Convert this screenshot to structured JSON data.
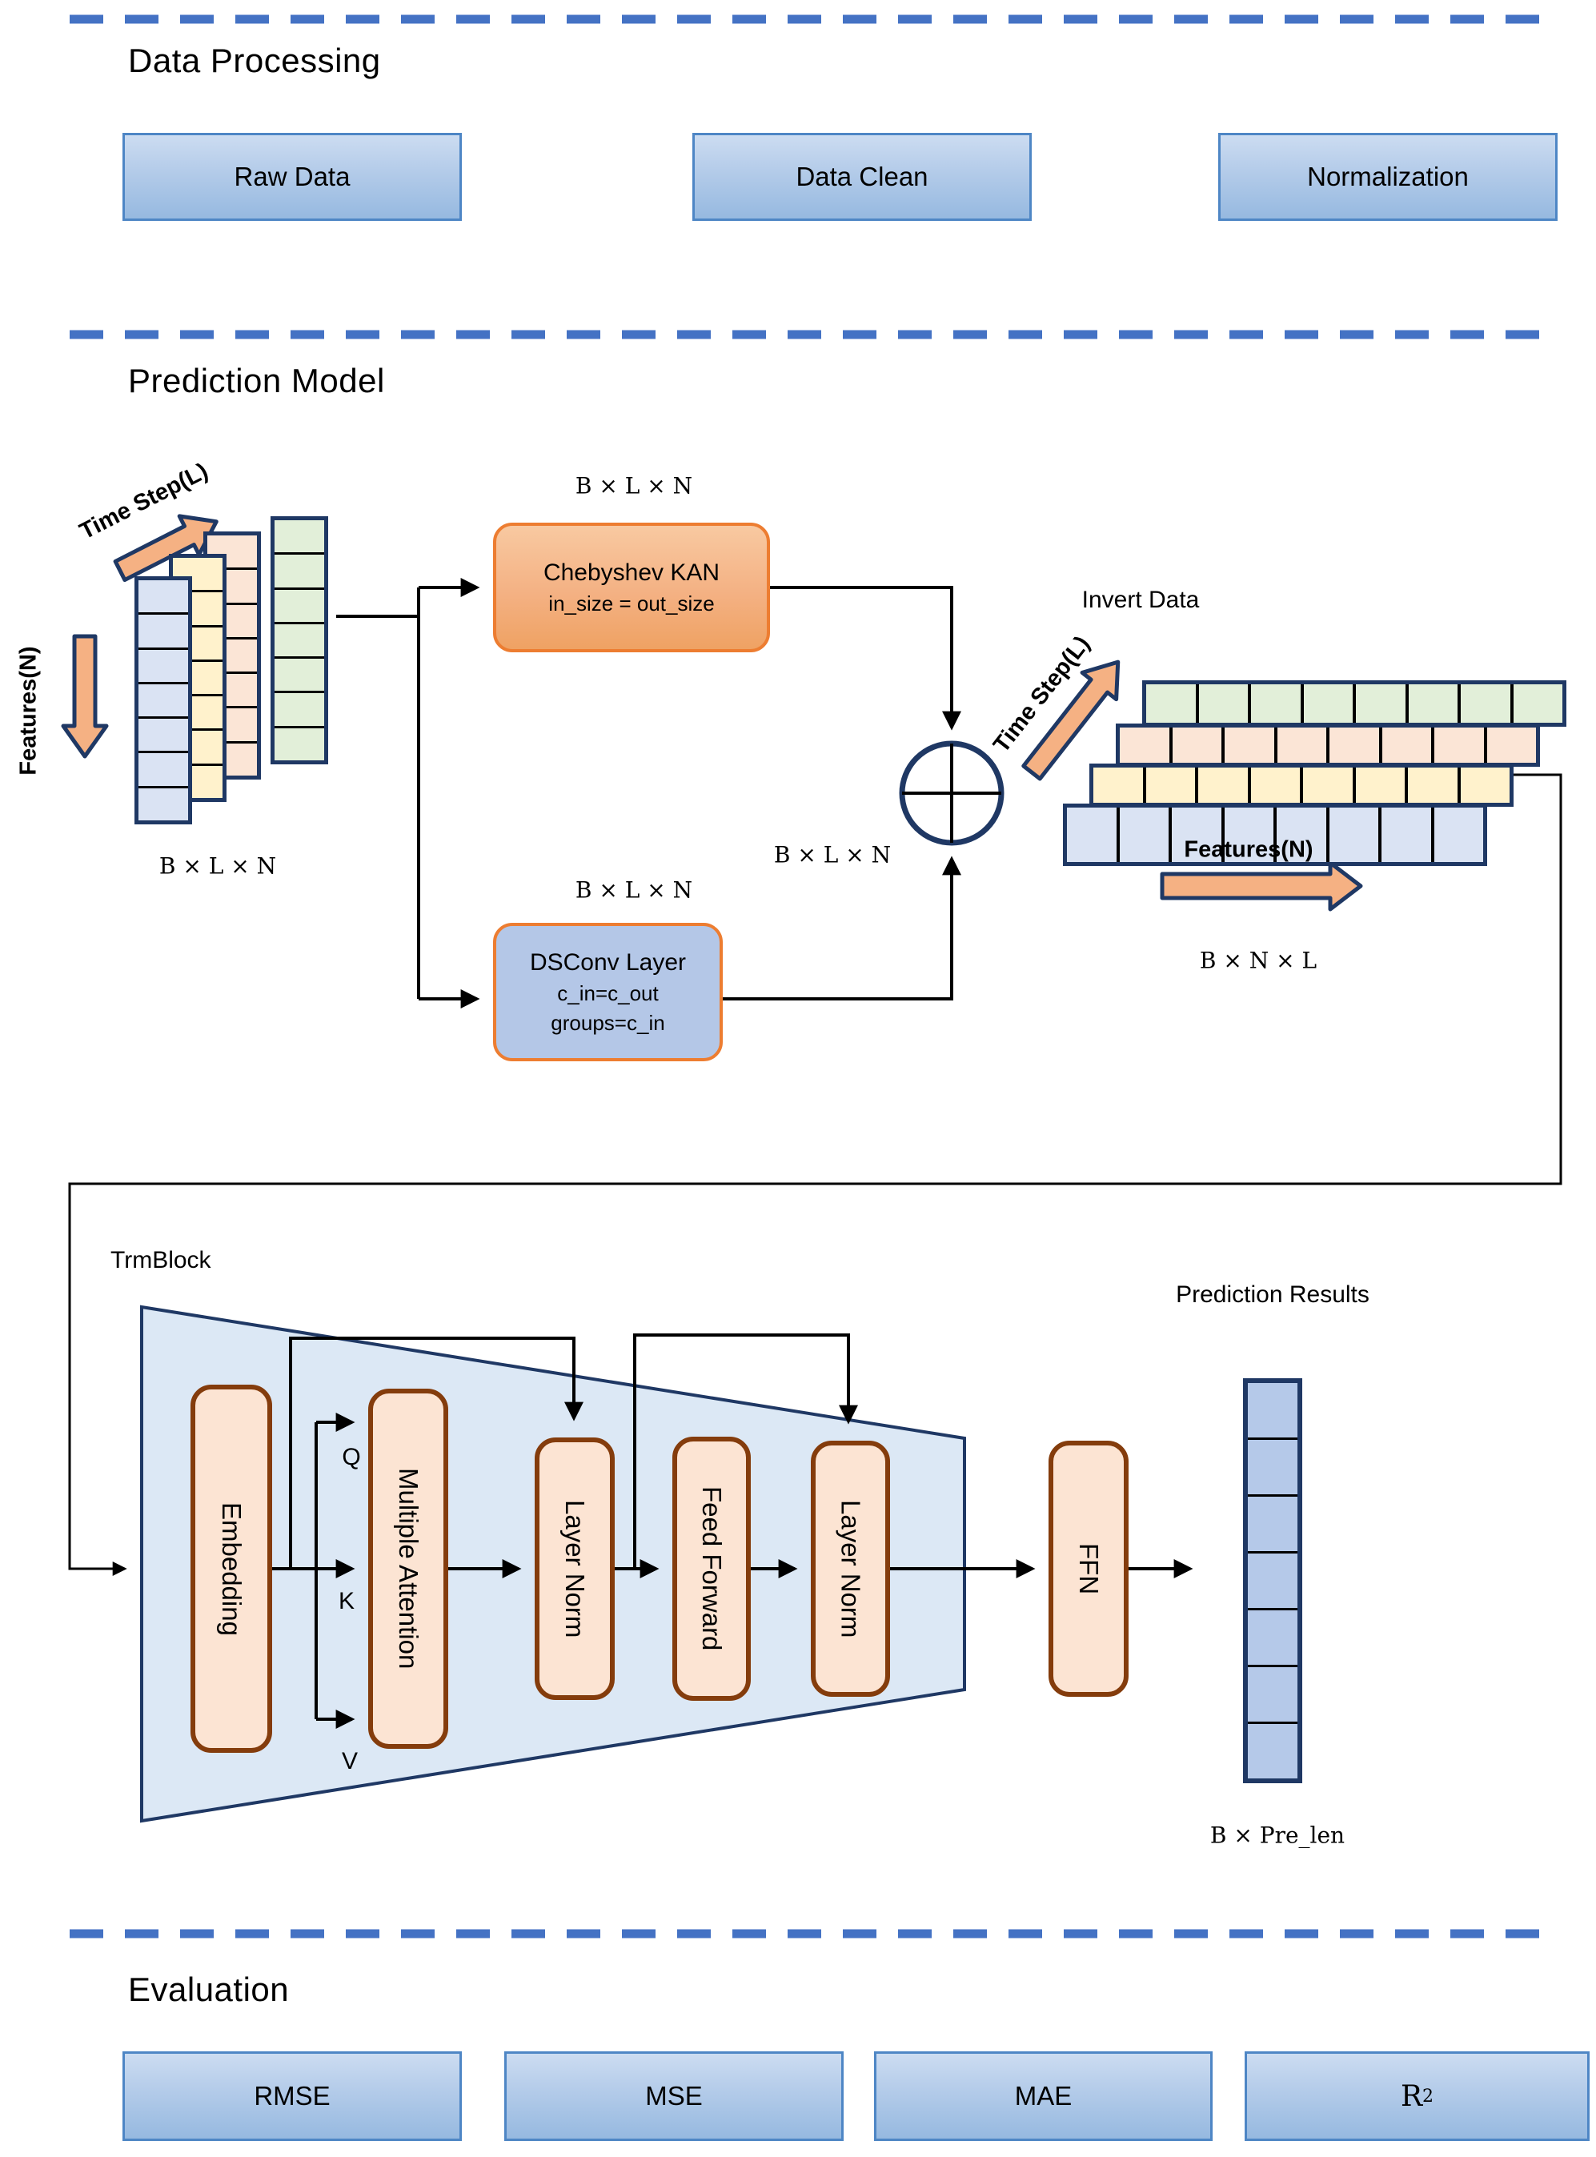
{
  "colors": {
    "dashed_divider": "#4472C4",
    "navy_outline": "#1F3864",
    "orange_outline": "#ED7D31",
    "orange_arrow_fill": "#F5B183",
    "brown_outline": "#843C0C",
    "pill_fill": "#FCE4D3",
    "trapezoid_fill": "#DCE8F5",
    "matrix_blue": "#DAE3F3",
    "matrix_yellow": "#FFF2CC",
    "matrix_peach": "#FBE5D6",
    "matrix_green": "#E2EFD9",
    "prediction_fill": "#B5C9E9",
    "process_box_border": "#4E86C5"
  },
  "data_processing": {
    "title": "Data Processing",
    "boxes": [
      "Raw Data",
      "Data Clean",
      "Normalization"
    ]
  },
  "prediction_model": {
    "title": "Prediction Model",
    "input": {
      "time_axis": "Time Step(L)",
      "feature_axis": "Features(N)",
      "dim": "B × L × N"
    },
    "kan": {
      "dim": "B × L × N",
      "title": "Chebyshev KAN",
      "subtitle": "in_size = out_size"
    },
    "dsconv": {
      "dim": "B × L × N",
      "title": "DSConv Layer",
      "param1": "c_in=c_out",
      "param2": "groups=c_in"
    },
    "sum_dim": "B × L × N",
    "invert": {
      "title": "Invert Data",
      "time_axis": "Time Step(L)",
      "feature_axis": "Features(N)",
      "dim": "B × N × L"
    },
    "trm": {
      "title": "TrmBlock",
      "blocks": [
        "Embedding",
        "Multiple Attention",
        "Layer Norm",
        "Feed Forward",
        "Layer Norm"
      ],
      "q": "Q",
      "k": "K",
      "v": "V",
      "ffn": "FFN"
    },
    "output": {
      "title": "Prediction Results",
      "dim": "B × Pre_len"
    }
  },
  "evaluation": {
    "title": "Evaluation",
    "metrics": [
      {
        "base": "RMSE",
        "sup": ""
      },
      {
        "base": "MSE",
        "sup": ""
      },
      {
        "base": "MAE",
        "sup": ""
      },
      {
        "base": "R",
        "sup": "2"
      }
    ]
  }
}
